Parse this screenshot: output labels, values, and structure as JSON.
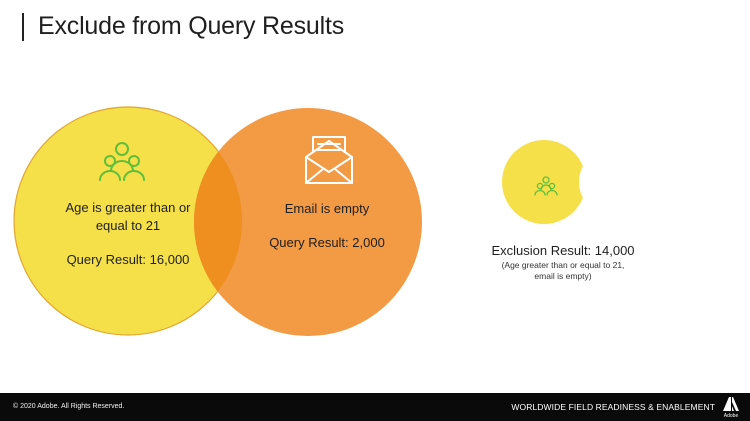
{
  "title": "Exclude from Query Results",
  "circle_a": {
    "line1": "Age is greater than or",
    "line2": "equal to 21",
    "result": "Query Result: 16,000",
    "icon": "people-icon",
    "fill": "#f5e04a",
    "stroke": "#e3a52e"
  },
  "circle_b": {
    "line1": "Email is empty",
    "result": "Query Result: 2,000",
    "icon": "envelope-icon",
    "fill": "#f39a45",
    "stroke": "#f39a45"
  },
  "overlap_fill": "#ee8f1f",
  "exclusion": {
    "title": "Exclusion Result: 14,000",
    "note_line1": "(Age greater than or equal to 21,",
    "note_line2": "email is empty)",
    "icon": "people-icon",
    "fill": "#f5e04a"
  },
  "footer": {
    "copyright": "© 2020 Adobe. All Rights Reserved.",
    "tagline": "WORLDWIDE FIELD READINESS & ENABLEMENT",
    "logo_word": "Adobe"
  }
}
